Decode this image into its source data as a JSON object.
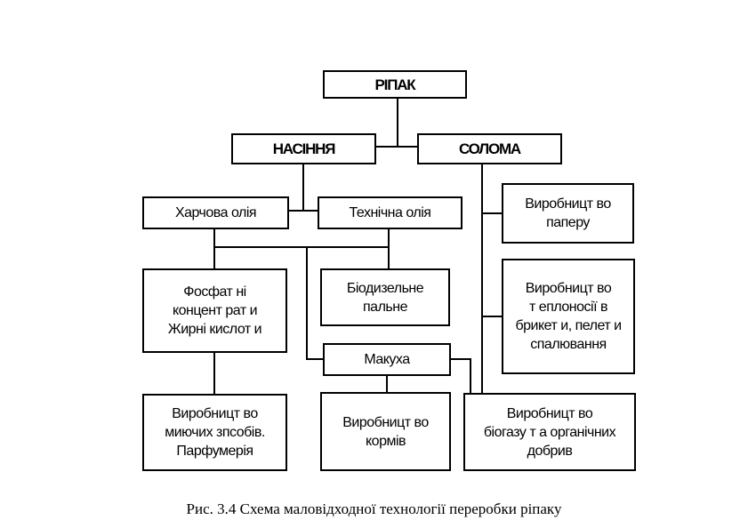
{
  "diagram": {
    "root": "РІПАК",
    "seeds": "НАСІННЯ",
    "straw": "СОЛОМА",
    "food_oil": "Харчова олія",
    "tech_oil": "Технічна олія",
    "phosphate": "Фосфат ні\nконцент рат и\nЖирні кислот и",
    "biodiesel": "Біодизельне\nпальне",
    "makukha": "Макуха",
    "detergents": "Виробницт во\nмиючих зпсобів.\nПарфумерія",
    "feed": "Виробницт во\nкормів",
    "biogas": "Виробницт во\nбіогазу т а органічних\nдобрив",
    "paper": "Виробницт во\nпаперу",
    "heat": "Виробницт во\nт еплоносії в\nбрикет и, пелет и\nспалювання"
  },
  "caption": "Рис. 3.4 Схема маловідходної технології переробки ріпаку"
}
